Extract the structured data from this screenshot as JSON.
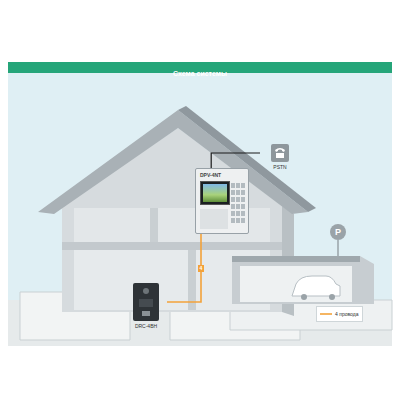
{
  "diagram": {
    "title": "Схема системы",
    "nodes": [
      {
        "text": [
          "DPV-4NT"
        ]
      },
      {
        "text": [
          "PSTN"
        ]
      },
      {
        "text": [
          "DRC-4BH"
        ]
      }
    ],
    "edges": [
      {
        "from": 0,
        "to": 1,
        "arrow": "none"
      },
      {
        "from": 0,
        "to": 2,
        "label": "4",
        "arrow": "none"
      }
    ],
    "labels": [
      "P"
    ],
    "legend": [
      {
        "text": "4 провода"
      }
    ]
  }
}
